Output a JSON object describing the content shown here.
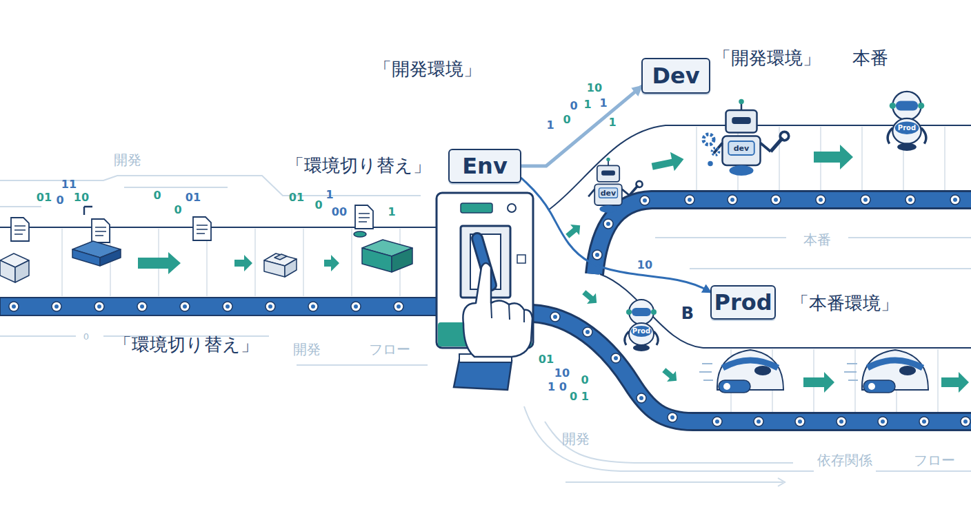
{
  "diagram": {
    "nodes": [
      {
        "text": [
          "Env"
        ]
      },
      {
        "text": [
          "Dev"
        ]
      },
      {
        "text": [
          "Prod"
        ]
      }
    ],
    "edges": [
      {
        "from": 0,
        "to": 1,
        "arrow": "to"
      },
      {
        "from": 0,
        "to": 2,
        "arrow": "to"
      }
    ],
    "labels": [
      "「開発環境」",
      "「開発環境」",
      "本番",
      "10",
      "0",
      "1",
      "1",
      "0",
      "1",
      "1",
      "開発",
      "「環境切り替え」",
      "11",
      "01",
      "0",
      "10",
      "0",
      "01",
      "0",
      "01",
      "1",
      "0",
      "00",
      "1",
      "dev",
      "dev",
      "Prod",
      "本番",
      "10",
      "B",
      "「本番環境」",
      "Prod",
      "0",
      "「環境切り替え」",
      "開発",
      "フロー",
      "01",
      "10",
      "0",
      "1 0",
      "0 1",
      "開発",
      "依存関係",
      "フロー"
    ]
  }
}
